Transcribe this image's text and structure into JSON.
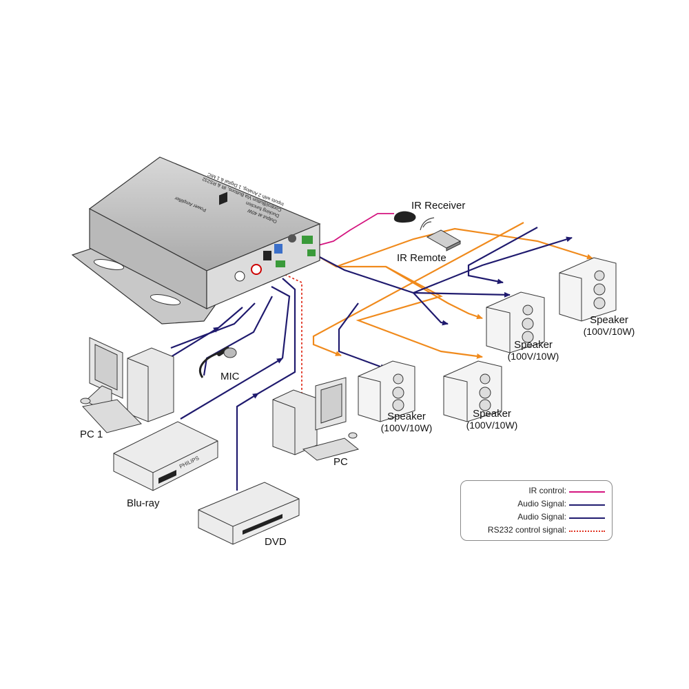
{
  "labels": {
    "ir_receiver": "IR Receiver",
    "ir_remote": "IR Remote",
    "mic": "MIC",
    "pc1": "PC 1",
    "pc": "PC",
    "bluray": "Blu-ray",
    "dvd": "DVD",
    "bluray_brand": "PHILIPS",
    "amp_front_text": [
      "Power Amplifier",
      "Output at 40W",
      "Ducking function",
      "Control/Button Via Buttons, IR & RS232",
      "Inputs with 2 Analog, 1 Digital & 1 MIC"
    ],
    "speakers": [
      {
        "name": "Speaker",
        "spec": "(100V/10W)"
      },
      {
        "name": "Speaker",
        "spec": "(100V/10W)"
      },
      {
        "name": "Speaker",
        "spec": "(100V/10W)"
      },
      {
        "name": "Speaker",
        "spec": "(100V/10W)"
      }
    ]
  },
  "legend": [
    {
      "label": "IR control:",
      "color": "#d4147f",
      "style": "solid"
    },
    {
      "label": "Audio Signal:",
      "color": "#1f1a6e",
      "style": "solid"
    },
    {
      "label": "Audio Signal:",
      "color": "#1f1a6e",
      "style": "solid"
    },
    {
      "label": "RS232 control signal:",
      "color": "#e0301e",
      "style": "dotted"
    }
  ],
  "colors": {
    "ir": "#d4147f",
    "audio_blue": "#1f1a6e",
    "audio_orange": "#f08a1c",
    "rs232": "#e0301e",
    "device_fill": "#e9e9e9",
    "device_stroke": "#333333"
  }
}
